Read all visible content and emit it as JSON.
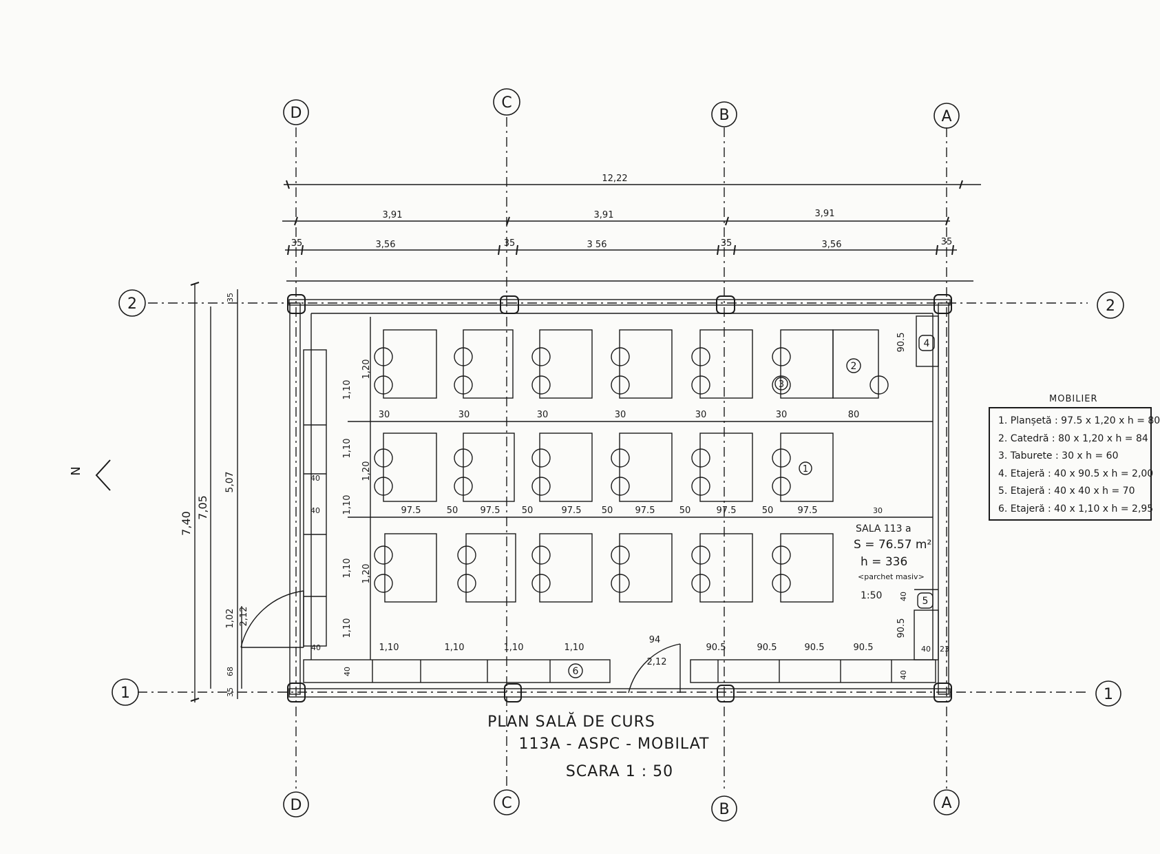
{
  "axes": {
    "letters": [
      "D",
      "C",
      "B",
      "A"
    ],
    "numbers": [
      "2",
      "1"
    ]
  },
  "north": {
    "label": "N"
  },
  "dimensions": {
    "overall": "12,22",
    "bays": [
      "3,91",
      "3,91",
      "3,91"
    ],
    "clear_spans": [
      "3,56",
      "3 56",
      "3,56"
    ],
    "columns": [
      "35",
      "35",
      "35",
      "35"
    ],
    "vertical": [
      "7,40",
      "7,05",
      "5,07"
    ],
    "left_side": [
      "35",
      "1,02",
      "2,12",
      "68",
      "35"
    ],
    "row_depths": [
      "1,10",
      "1,20",
      "1,10",
      "1,10",
      "1,20",
      "1,10",
      "1,10",
      "1,20",
      "1,10"
    ],
    "gaps_row1": [
      "30",
      "30",
      "30",
      "30",
      "30",
      "30",
      "80"
    ],
    "widths_row2": [
      "97.5",
      "50",
      "97.5",
      "50",
      "97.5",
      "50",
      "97.5",
      "50",
      "97.5",
      "50",
      "97.5"
    ],
    "bottom_shelves_left": [
      "1,10",
      "1,10",
      "1,10",
      "1,10"
    ],
    "bottom_shelves_right": [
      "90.5",
      "90.5",
      "90.5",
      "90.5"
    ],
    "misc": {
      "door_width": "94",
      "door_height": "2,12",
      "shelf4_width": "90.5",
      "shelf5_width": "90.5",
      "shelf5_depth": "40",
      "left_shelf_depth": "40",
      "left_shelf_depth_b": "40",
      "bottom_depth": "40",
      "bottom_depth_b": "40",
      "right_gap": "30",
      "bottom_right_a": "40",
      "bottom_right_b": "23",
      "left_top_a": "40"
    }
  },
  "room": {
    "name": "SALA 113 a",
    "area": "S = 76.57 m²",
    "height": "h = 336",
    "floor": "<parchet masiv>",
    "scale": "1:50"
  },
  "markers": [
    "1",
    "2",
    "3",
    "4",
    "5",
    "6"
  ],
  "title": {
    "line1": "PLAN SALĂ DE CURS",
    "line2": "113A - ASPC - MOBILAT",
    "line3": "SCARA  1 : 50"
  },
  "legend": {
    "title": "MOBILIER",
    "items": [
      "1. Planșetă : 97.5 x 1,20 x h = 80",
      "2. Catedră : 80 x 1,20 x h = 84",
      "3. Taburete : 30 x h = 60",
      "4. Etajeră : 40 x 90.5 x h = 2,00",
      "5. Etajeră : 40 x 40 x h = 70",
      "6. Etajeră : 40 x 1,10 x h = 2,95"
    ]
  }
}
